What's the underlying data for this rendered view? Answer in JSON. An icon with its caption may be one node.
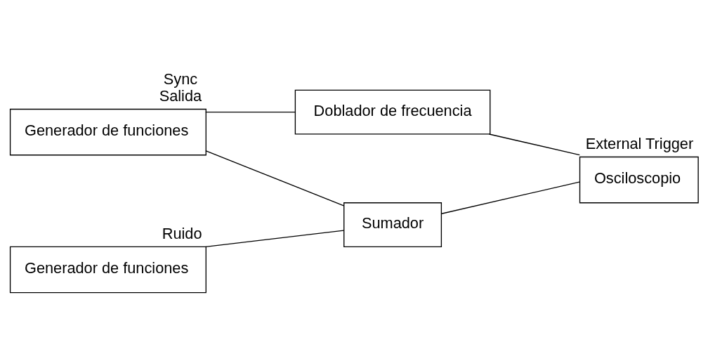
{
  "diagram": {
    "nodes": [
      {
        "text": [
          "Doblador de frecuencia"
        ]
      },
      {
        "text": [
          "Generador de funciones"
        ],
        "beside": [
          "Sync",
          "Salida"
        ]
      },
      {
        "text": [
          "Sumador"
        ]
      },
      {
        "text": [
          "Osciloscopio"
        ],
        "beside": [
          "External Trigger"
        ]
      },
      {
        "text": [
          "Generador de funciones"
        ],
        "beside": [
          "Ruido"
        ]
      }
    ],
    "edges": [
      {
        "from": 1,
        "to": 0,
        "arrow": "none"
      },
      {
        "from": 0,
        "to": 3,
        "arrow": "none"
      },
      {
        "from": 1,
        "to": 2,
        "arrow": "none"
      },
      {
        "from": 2,
        "to": 3,
        "arrow": "none"
      },
      {
        "from": 4,
        "to": 2,
        "arrow": "none"
      }
    ]
  }
}
